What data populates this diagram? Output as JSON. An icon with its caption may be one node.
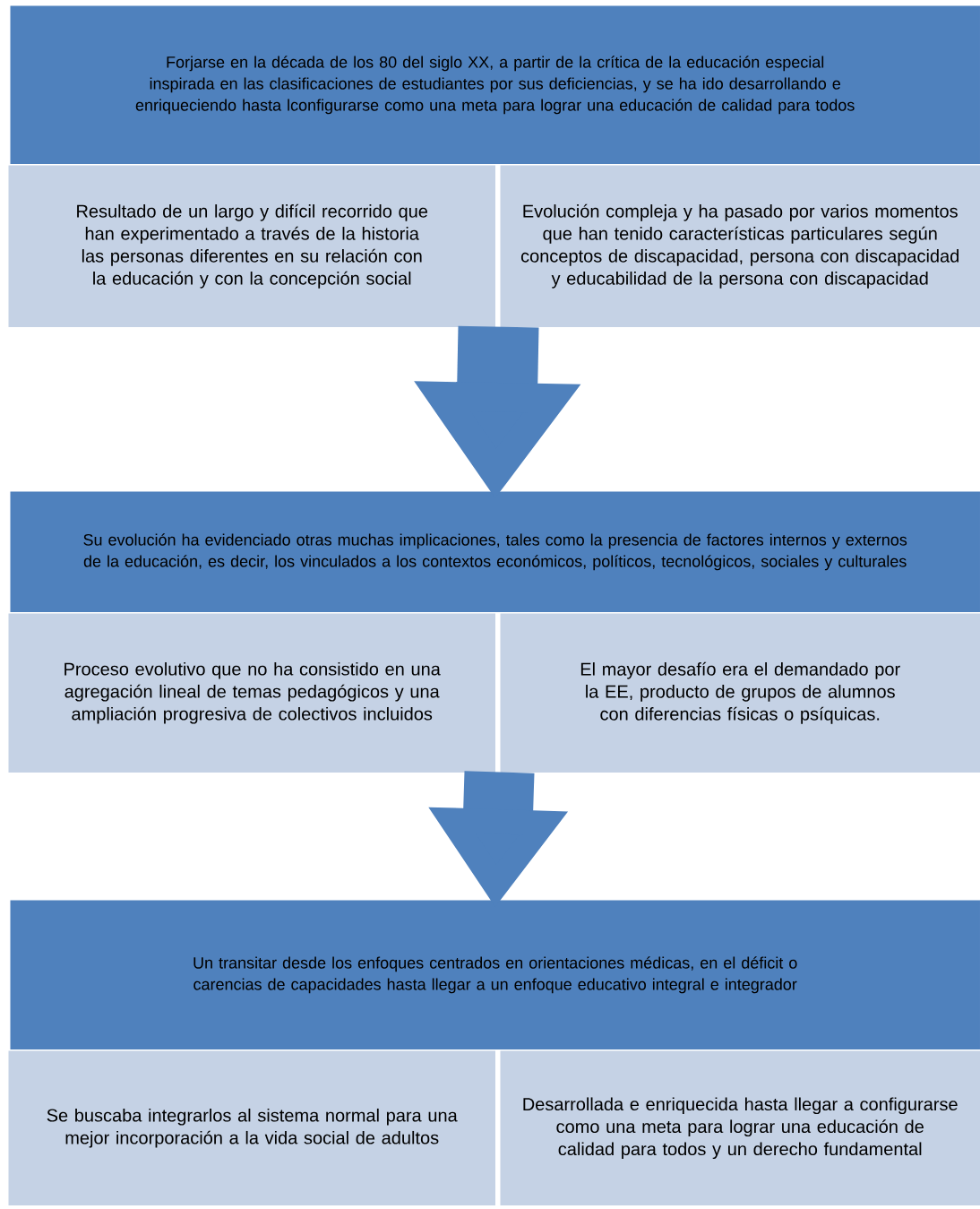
{
  "diagram": {
    "nodes": [
      {
        "text": [
          "Forjarse en la década de los 80 del siglo XX, a partir de la crítica de la educación especial inspirada en las clasificaciones de estudiantes por sus deficiencias, y se ha ido desarrollando e enriqueciendo hasta lconfigurarse como una meta para lograr una educación de calidad para todos"
        ]
      },
      {
        "text": [
          "Resultado de un largo y difícil recorrido que han experimentado a través de la historia las personas diferentes en su relación con la educación y con la concepción social"
        ]
      },
      {
        "text": [
          "Evolución compleja y ha pasado por varios momentos que han tenido características particulares según conceptos de discapacidad, persona con discapacidad y educabilidad de la persona con discapacidad"
        ]
      },
      {
        "text": [
          "Su evolución ha evidenciado otras muchas implicaciones, tales como la presencia de factores internos y externos de la educación, es decir, los vinculados a los contextos económicos, políticos, tecnológicos, sociales y culturales"
        ]
      },
      {
        "text": [
          "Proceso evolutivo que no ha consistido en una agregación lineal de temas pedagógicos y una ampliación progresiva de colectivos incluidos"
        ]
      },
      {
        "text": [
          "El mayor desafío era el demandado por la EE, producto de grupos de alumnos con diferencias físicas o psíquicas."
        ]
      },
      {
        "text": [
          "Un transitar desde los enfoques centrados en orientaciones médicas, en el déficit o carencias de capacidades hasta llegar a un enfoque educativo integral e integrador"
        ]
      },
      {
        "text": [
          "Se buscaba integrarlos al sistema normal para una mejor incorporación a la vida social de adultos"
        ]
      },
      {
        "text": [
          "Desarrollada e enriquecida hasta llegar a configurarse como una meta para lograr una educación de calidad para todos y un derecho fundamental"
        ]
      }
    ],
    "edges": [
      {
        "from": 1,
        "to": 3,
        "arrow": "to"
      },
      {
        "from": 4,
        "to": 6,
        "arrow": "to"
      }
    ]
  }
}
